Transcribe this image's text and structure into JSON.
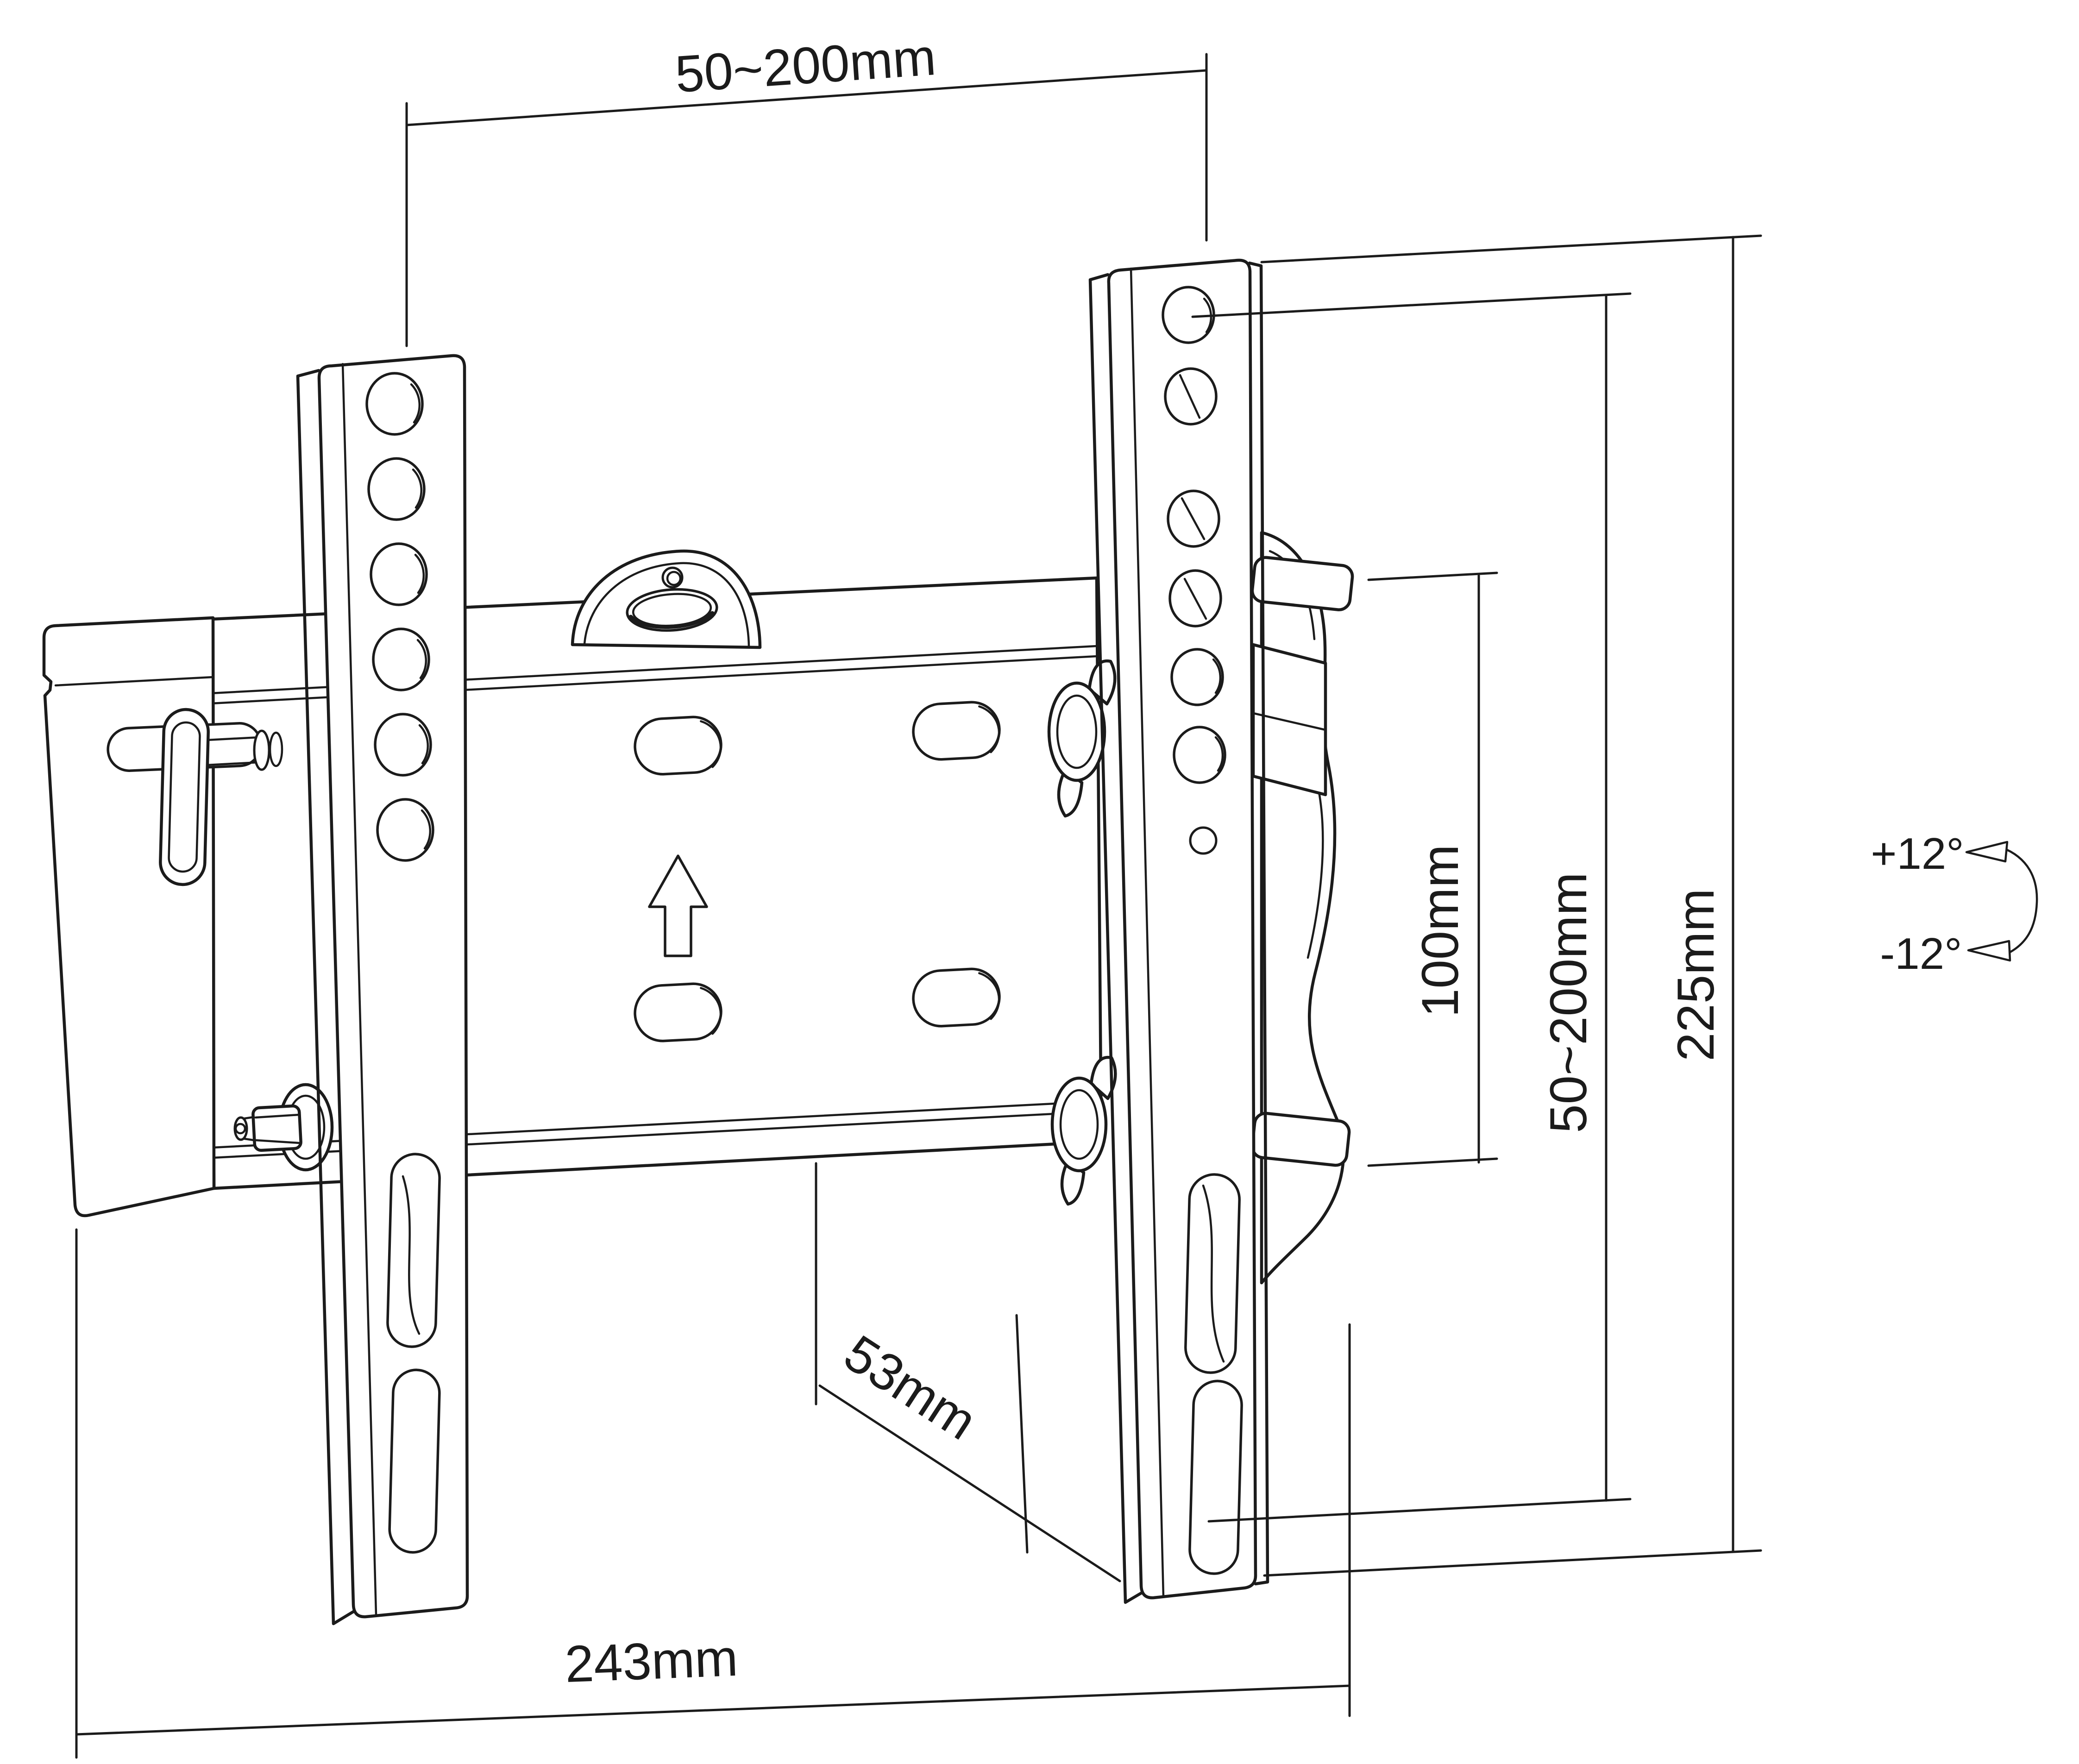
{
  "drawing": {
    "dimensions": {
      "vesa_width_range": "50~200mm",
      "vesa_height_step": "100mm",
      "vesa_height_range": "50~200mm",
      "bracket_height": "225mm",
      "tilt_up": "+12°",
      "tilt_down": "-12°",
      "depth": "53mm",
      "plate_width": "243mm"
    },
    "colors": {
      "line": "#1b1b1b",
      "background": "#ffffff"
    }
  }
}
